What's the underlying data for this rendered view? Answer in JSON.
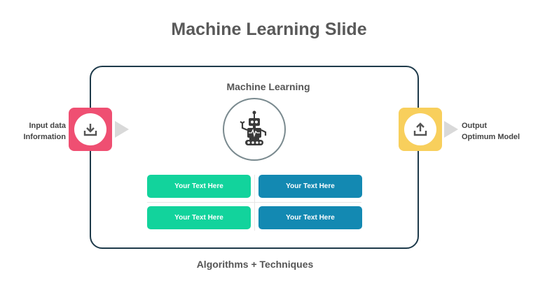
{
  "slide": {
    "title": "Machine Learning Slide",
    "center_title": "Machine Learning",
    "footer": "Algorithms + Techniques"
  },
  "input": {
    "line1": "Input data",
    "line2": "Information",
    "color": "#ef4f72",
    "icon": "download-icon"
  },
  "output": {
    "line1": "Output",
    "line2": "Optimum Model",
    "color": "#f8cf5c",
    "icon": "upload-icon"
  },
  "center_icon": "robot-icon",
  "boxes": [
    {
      "label": "Your Text Here",
      "color": "#12d39c"
    },
    {
      "label": "Your Text Here",
      "color": "#1389b2"
    },
    {
      "label": "Your Text Here",
      "color": "#12d39c"
    },
    {
      "label": "Your Text Here",
      "color": "#1389b2"
    }
  ]
}
